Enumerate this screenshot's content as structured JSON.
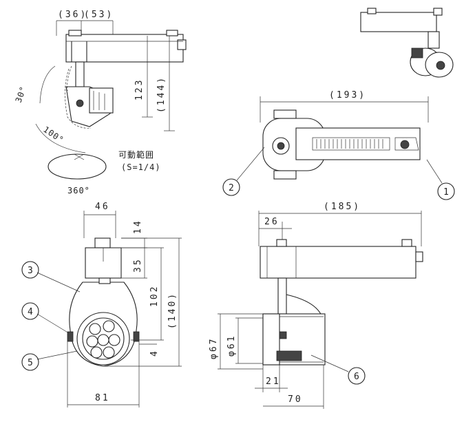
{
  "top_left_view": {
    "dims": [
      "(36)",
      "(53)",
      "123",
      "(144)"
    ],
    "angles": [
      "30°",
      "100°",
      "360°"
    ],
    "range_label": "可動範囲",
    "range_value": "(S=1/4)"
  },
  "top_right_view": {
    "dims": [
      "(193)"
    ],
    "callouts": [
      "1",
      "2"
    ]
  },
  "bottom_left_view": {
    "dims": [
      "46",
      "14",
      "35",
      "102",
      "(140)",
      "4",
      "81"
    ],
    "callouts": [
      "3",
      "4",
      "5"
    ]
  },
  "bottom_right_view": {
    "dims": [
      "(185)",
      "26",
      "φ67",
      "φ61",
      "21",
      "70"
    ],
    "callouts": [
      "6"
    ]
  }
}
